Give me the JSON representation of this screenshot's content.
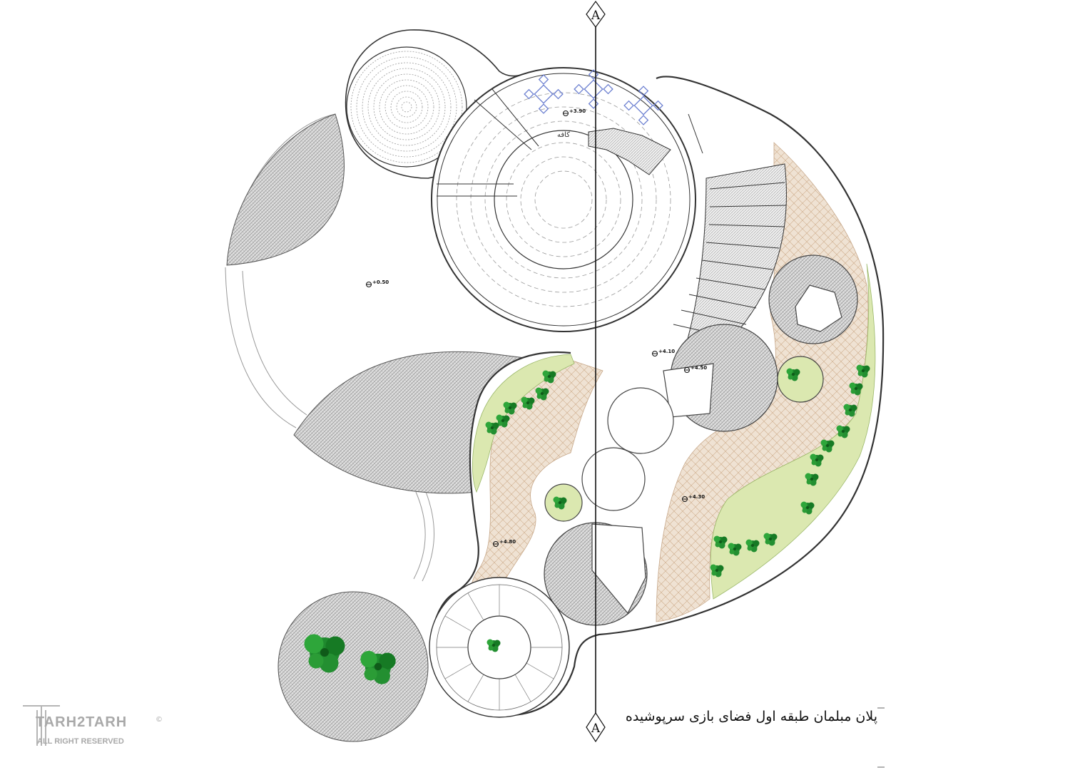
{
  "drawing": {
    "caption": "پلان مبلمان طبقه اول فضای بازی سرپوشیده",
    "section_marker_top": "A",
    "section_marker_bottom": "A",
    "cafe_label": "کافه",
    "elevations": [
      "+3.90",
      "+0.50",
      "+4.10",
      "+4.50",
      "+4.30",
      "+4.80"
    ]
  },
  "watermark": {
    "brand": "TARH2TARH",
    "tagline": "ALL RIGHT RESERVED",
    "copyright": "©"
  },
  "colors": {
    "paving": "#ecdccb",
    "lawn": "#dbe8b0",
    "tree": "#1f8a2e",
    "hatch_grey": "#bdbdbd",
    "furniture": "#6b7fd0",
    "linework": "#222222"
  }
}
